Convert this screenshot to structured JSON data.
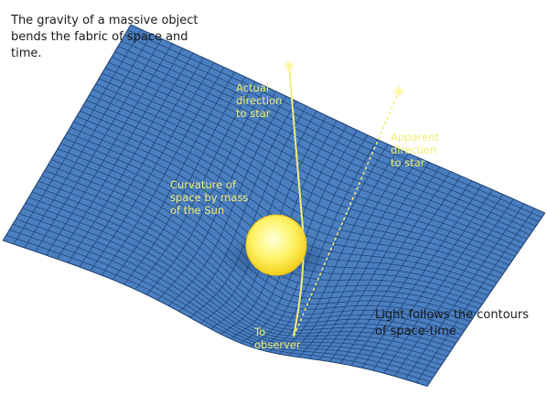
{
  "captions": {
    "gravity_line1": "The gravity of a massive object",
    "gravity_line2": "bends the fabric of space and",
    "gravity_line3": "time.",
    "light_line1": "Light follows the contours",
    "light_line2": "of space-time"
  },
  "labels": {
    "actual_line1": "Actual",
    "actual_line2": "direction",
    "actual_line3": "to star",
    "apparent_line1": "Apparent",
    "apparent_line2": "direction",
    "apparent_line3": "to star",
    "curvature_line1": "Curvature of",
    "curvature_line2": "space by mass",
    "curvature_line3": "of the Sun",
    "observer_line1": "To",
    "observer_line2": "observer"
  },
  "colors": {
    "grid_fill": "#4a7fc1",
    "grid_line": "#1c3d6e",
    "sun": "#fff06a",
    "ray": "#f4ec7a",
    "label": "#f0ee72"
  }
}
